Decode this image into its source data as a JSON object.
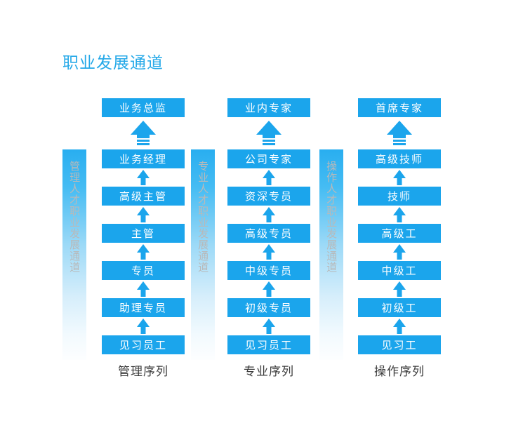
{
  "page": {
    "title": "职业发展通道",
    "title_color": "#26A9E8",
    "box_color": "#1BA5EC",
    "rail_color_top": "#29AEF0",
    "rail_label_color": "#B9B9B9",
    "footer_color": "#3C3C3C",
    "background": "#FFFFFF"
  },
  "columns": [
    {
      "id": "management",
      "rail_label": "管理人才职业发展通道",
      "top_node": "业务总监",
      "ladder": [
        "业务经理",
        "高级主管",
        "主管",
        "专员",
        "助理专员",
        "见习员工"
      ],
      "footer": "管理序列"
    },
    {
      "id": "professional",
      "rail_label": "专业人才职业发展通道",
      "top_node": "业内专家",
      "ladder": [
        "公司专家",
        "资深专员",
        "高级专员",
        "中级专员",
        "初级专员",
        "见习员工"
      ],
      "footer": "专业序列"
    },
    {
      "id": "operation",
      "rail_label": "操作人才职业发展通道",
      "top_node": "首席专家",
      "ladder": [
        "高级技师",
        "技师",
        "高级工",
        "中级工",
        "初级工",
        "见习工"
      ],
      "footer": "操作序列"
    }
  ]
}
